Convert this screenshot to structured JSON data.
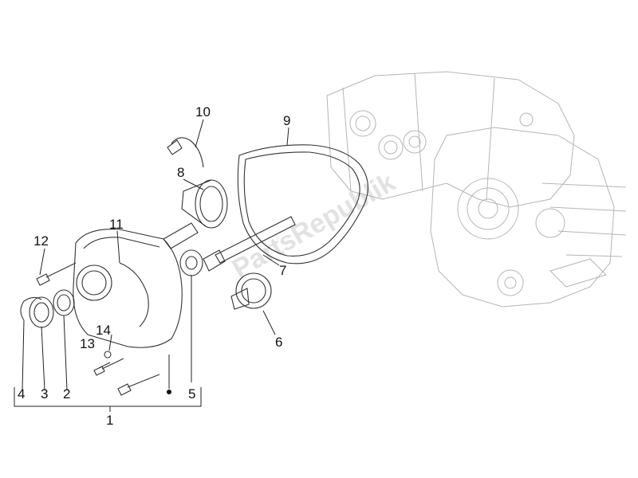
{
  "watermark": "PartsRepublik",
  "callouts": {
    "c1": "1",
    "c2": "2",
    "c3": "3",
    "c4": "4",
    "c5": "5",
    "c6": "6",
    "c7": "7",
    "c8": "8",
    "c9": "9",
    "c10": "10",
    "c11": "11",
    "c12": "12",
    "c13": "13",
    "c14": "14"
  }
}
